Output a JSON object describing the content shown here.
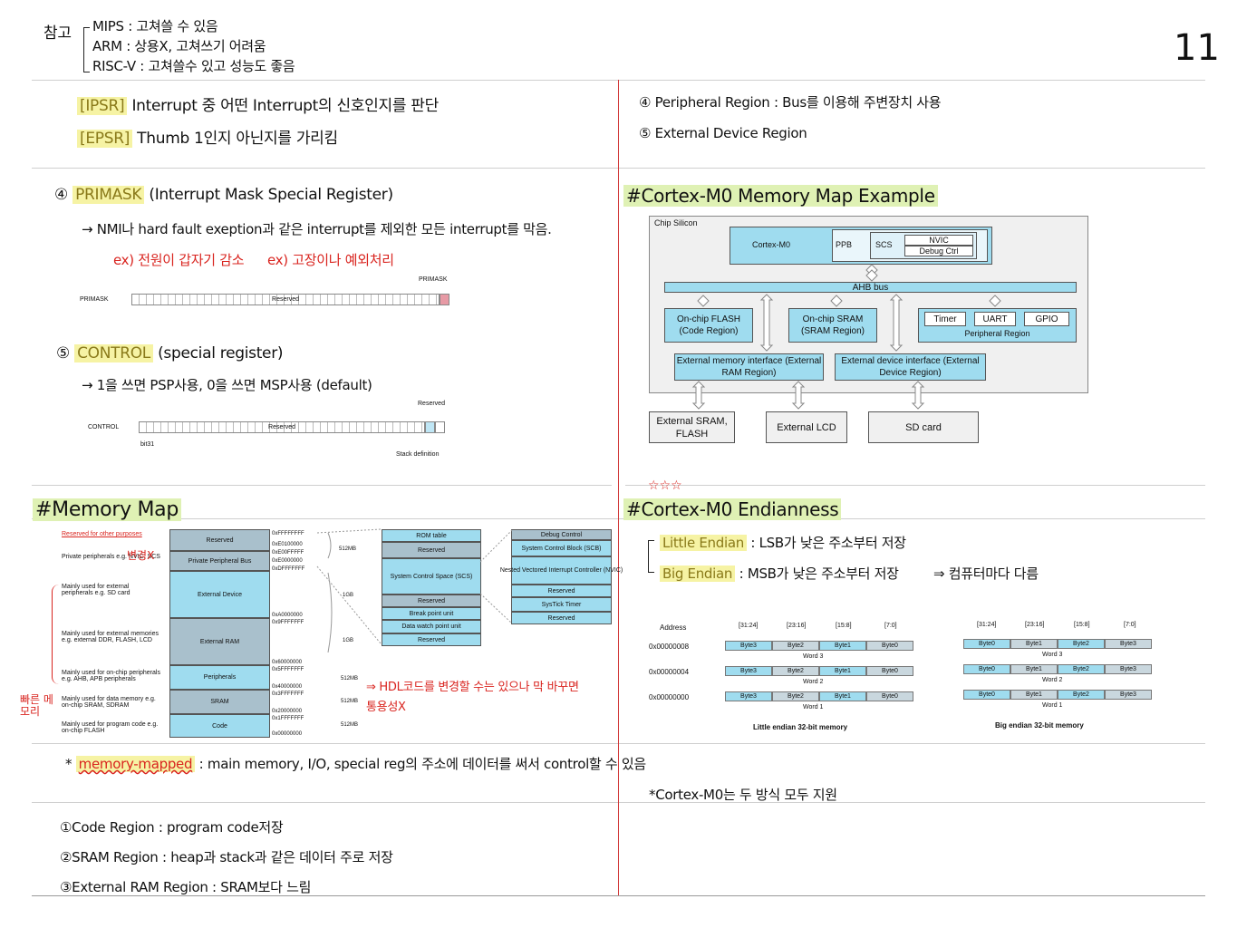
{
  "page_number": "11",
  "top_note": {
    "label": "참고",
    "items": [
      "MIPS : 고쳐쓸 수 있음",
      "ARM : 상용X, 고쳐쓰기 어려움",
      "RISC-V : 고쳐쓸수 있고 성능도 좋음"
    ]
  },
  "left": {
    "ipsr_tag": "[IPSR]",
    "ipsr_text": "Interrupt 중 어떤 Interrupt의 신호인지를 판단",
    "epsr_tag": "[EPSR]",
    "epsr_text": "Thumb 1인지 아닌지를 가리킴",
    "primask_num": "④",
    "primask_title": "PRIMASK",
    "primask_desc": "(Interrupt Mask Special Register)",
    "primask_arrow": "→ NMI나 hard fault exeption과 같은 interrupt를 제외한 모든 interrupt를 막음.",
    "primask_ex1": "ex) 전원이 갑자기 감소",
    "primask_ex2": "ex) 고장이나 예외처리",
    "primask_fig": {
      "label": "PRIMASK",
      "bar": "Reserved",
      "bit_label": "PRIMASK"
    },
    "control_num": "⑤",
    "control_title": "CONTROL",
    "control_desc": "(special register)",
    "control_arrow": "→ 1을 쓰면 PSP사용, 0을 쓰면 MSP사용 (default)",
    "control_fig": {
      "label": "CONTROL",
      "bar": "Reserved",
      "bit31": "bit31",
      "reserved_top": "Reserved",
      "stack_def": "Stack definition"
    },
    "memmap_title": "#Memory Map",
    "memmap": {
      "left_notes": [
        "Reserved for other purposes",
        "Private peripherals e.g. NVIC, SCS",
        "Mainly used for external peripherals e.g. SD card",
        "Mainly used for external memories e.g. external DDR, FLASH, LCD",
        "Mainly used for on-chip peripherals e.g. AHB, APB peripherals",
        "Mainly used for data memory e.g. on-chip SRAM, SDRAM",
        "Mainly used for program code e.g. on-chip FLASH"
      ],
      "regions": [
        "Reserved",
        "Private Peripheral Bus",
        "External Device",
        "External RAM",
        "Peripherals",
        "SRAM",
        "Code"
      ],
      "addresses": [
        "0xFFFFFFFF",
        "0xE0100000",
        "0xE00FFFFF",
        "0xE0000000",
        "0xDFFFFFFF",
        "0xA0000000",
        "0x9FFFFFFF",
        "0x60000000",
        "0x5FFFFFFF",
        "0x40000000",
        "0x3FFFFFFF",
        "0x20000000",
        "0x1FFFFFFF",
        "0x00000000"
      ],
      "sizes": [
        "512MB",
        "1GB",
        "1GB",
        "512MB",
        "512MB",
        "512MB"
      ],
      "ppb": [
        "ROM table",
        "Reserved",
        "System Control Space (SCS)",
        "Reserved",
        "Break point unit",
        "Data watch point unit",
        "Reserved"
      ],
      "scs": [
        "Debug Control",
        "System Control Block (SCB)",
        "Nested Vectored Interrupt Controller (NVIC)",
        "Reserved",
        "SysTick Timer",
        "Reserved"
      ],
      "annot_change": "변경X",
      "annot_hdl": "⇒ HDL코드를 변경할 수는 있으나 막 바꾸면 통용성X",
      "annot_fast": "빠른 메모리"
    },
    "mm_star": "*",
    "mm_term": "memory-mapped",
    "mm_text": ": main memory, I/O, special reg의 주소에 데이터를 써서 control할 수 있음",
    "regions_list": [
      "①Code Region : program code저장",
      "②SRAM Region : heap과 stack과 같은 데이터 주로 저장",
      "③External RAM Region : SRAM보다 느림"
    ]
  },
  "right": {
    "periph": "④ Peripheral Region : Bus를 이용해 주변장치 사용",
    "extdev": "⑤ External Device Region",
    "m0map_title": "#Cortex-M0 Memory Map Example",
    "m0map": {
      "chip": "Chip Silicon",
      "core": "Cortex-M0",
      "ppb": "PPB",
      "scs": "SCS",
      "nvic": "NVIC",
      "debug": "Debug Ctrl",
      "ahb": "AHB bus",
      "flash": "On-chip FLASH (Code Region)",
      "sram": "On-chip SRAM (SRAM Region)",
      "timer": "Timer",
      "uart": "UART",
      "gpio": "GPIO",
      "periph_region": "Peripheral Region",
      "ext_mem": "External memory interface (External RAM Region)",
      "ext_dev": "External device interface (External Device Region)",
      "ext_sram": "External SRAM, FLASH",
      "ext_lcd": "External LCD",
      "sd": "SD card"
    },
    "stars": "☆☆☆",
    "endian_title": "#Cortex-M0 Endianness",
    "little_term": "Little Endian",
    "little_text": ": LSB가 낮은 주소부터 저장",
    "big_term": "Big Endian",
    "big_text": ": MSB가 낮은 주소부터 저장",
    "endian_note": "⇒ 컴퓨터마다 다름",
    "endian_fig": {
      "address_hdr": "Address",
      "bits": [
        "[31:24]",
        "[23:16]",
        "[15:8]",
        "[7:0]"
      ],
      "addrs": [
        "0x00000008",
        "0x00000004",
        "0x00000000"
      ],
      "words": [
        "Word 3",
        "Word 2",
        "Word 1"
      ],
      "little_bytes": [
        "Byte3",
        "Byte2",
        "Byte1",
        "Byte0"
      ],
      "big_bytes": [
        "Byte0",
        "Byte1",
        "Byte2",
        "Byte3"
      ],
      "little_caption": "Little endian 32-bit memory",
      "big_caption": "Big endian 32-bit memory"
    },
    "support": "*Cortex-M0는 두 방식 모두 지원"
  }
}
